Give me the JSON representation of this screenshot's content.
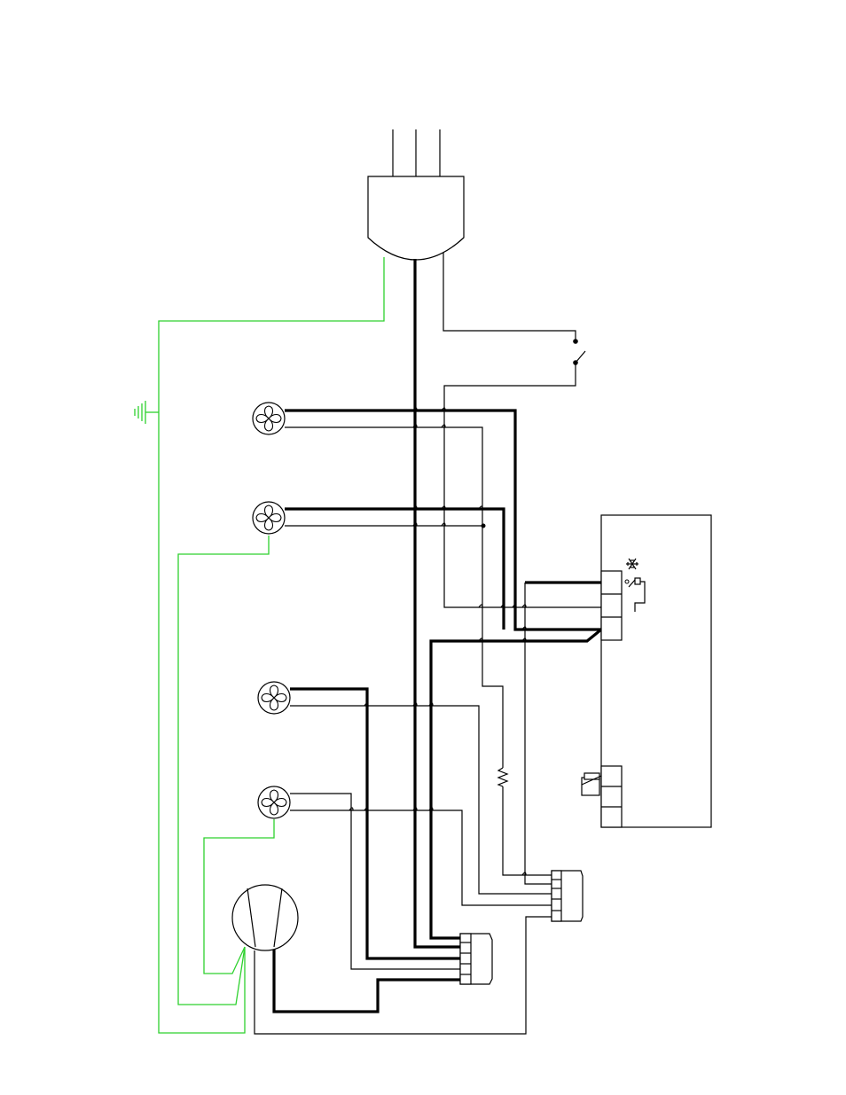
{
  "diagram": {
    "components": [
      {
        "id": "power-plug",
        "kind": "plug",
        "icon": "plug-icon"
      },
      {
        "id": "door-switch",
        "kind": "switch",
        "icon": "switch-icon"
      },
      {
        "id": "ground",
        "kind": "earth",
        "icon": "ground-icon"
      },
      {
        "id": "fan-1",
        "kind": "fan-motor",
        "icon": "fan-icon"
      },
      {
        "id": "fan-2",
        "kind": "fan-motor",
        "icon": "fan-icon"
      },
      {
        "id": "fan-3",
        "kind": "fan-motor",
        "icon": "fan-icon"
      },
      {
        "id": "fan-4",
        "kind": "fan-motor",
        "icon": "fan-icon"
      },
      {
        "id": "compressor",
        "kind": "compressor",
        "icon": "compressor-icon"
      },
      {
        "id": "control-board",
        "kind": "controller",
        "icon": "snowflake-icon"
      },
      {
        "id": "heater",
        "kind": "resistor",
        "icon": "resistor-icon"
      },
      {
        "id": "connector-a",
        "kind": "connector",
        "icon": "connector-icon"
      },
      {
        "id": "connector-b",
        "kind": "connector",
        "icon": "connector-icon"
      }
    ],
    "colors": {
      "wire": "#000000",
      "ground": "#2ed12e",
      "background": "#ffffff"
    }
  }
}
